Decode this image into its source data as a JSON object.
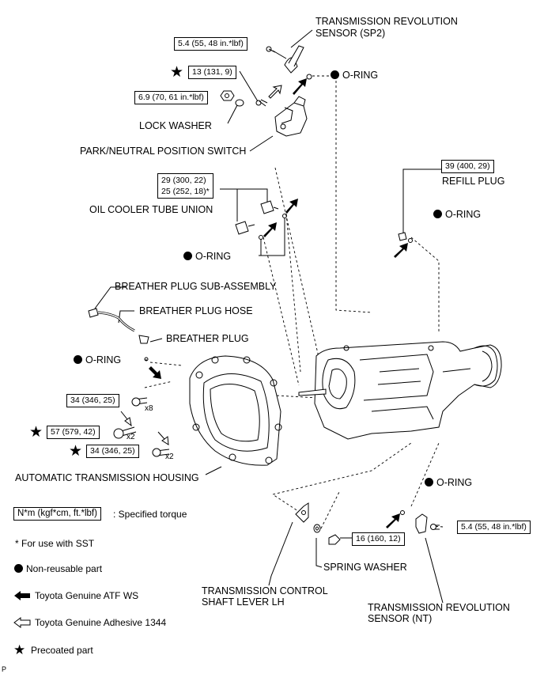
{
  "labels": {
    "sp2_title_l1": "TRANSMISSION REVOLUTION",
    "sp2_title_l2": "SENSOR (SP2)",
    "oring": "O-RING",
    "lock_washer": "LOCK WASHER",
    "park_neutral": "PARK/NEUTRAL POSITION SWITCH",
    "oil_cooler": "OIL COOLER TUBE UNION",
    "refill_plug": "REFILL PLUG",
    "breather_sub": "BREATHER PLUG SUB-ASSEMBLY",
    "breather_hose": "BREATHER PLUG HOSE",
    "breather_plug": "BREATHER PLUG",
    "at_housing": "AUTOMATIC TRANSMISSION HOUSING",
    "spring_washer": "SPRING WASHER",
    "shaft_lever_l1": "TRANSMISSION CONTROL",
    "shaft_lever_l2": "SHAFT LEVER LH",
    "nt_l1": "TRANSMISSION REVOLUTION",
    "nt_l2": "SENSOR (NT)",
    "x8": "x8",
    "x2a": "x2",
    "x2b": "x2"
  },
  "torques": {
    "sp2": "5.4 (55, 48 in.*lbf)",
    "pnp_bolt": "13 (131, 9)",
    "pnp_nut": "6.9 (70, 61 in.*lbf)",
    "cooler_1": "29 (300, 22)",
    "cooler_2": "25 (252, 18)*",
    "refill": "39 (400, 29)",
    "housing_a": "34 (346, 25)",
    "housing_b": "57 (579, 42)",
    "housing_c": "34 (346, 25)",
    "lever_nut": "16 (160, 12)",
    "nt": "5.4 (55, 48 in.*lbf)"
  },
  "legend": {
    "torque_box": "N*m (kgf*cm, ft.*lbf)",
    "torque_desc": ": Specified torque",
    "sst": "* For use with SST",
    "nonreusable": "Non-reusable part",
    "atf": "Toyota Genuine ATF WS",
    "adhesive": "Toyota Genuine Adhesive 1344",
    "precoated": "Precoated part"
  },
  "corner_mark": "P"
}
